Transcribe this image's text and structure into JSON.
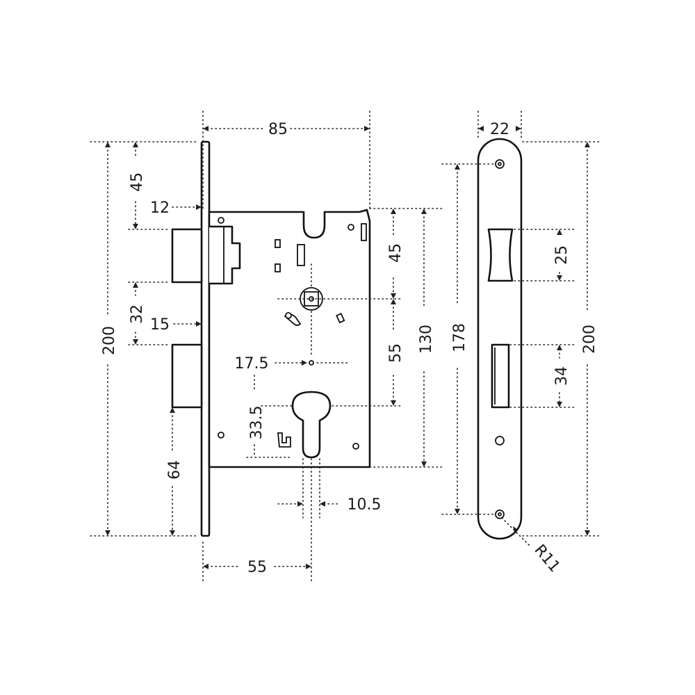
{
  "lock_body": {
    "dimensions": {
      "backset_width": "85",
      "top_to_latch": "45",
      "faceplate_to_body": "12",
      "latch_to_deadbolt": "32",
      "deadbolt_projection": "15",
      "total_height": "200",
      "deadbolt_to_bottom": "64",
      "backset": "55",
      "follower_to_cylinder_center": "17.5",
      "cylinder_height": "33.5",
      "cylinder_width": "10.5",
      "follower_to_cylinder": "55",
      "body_height": "130"
    }
  },
  "faceplate": {
    "dimensions": {
      "width": "22",
      "latch_opening": "25",
      "bolt_opening": "34",
      "screw_spacing": "178",
      "total_height": "200",
      "corner_radius": "R11"
    }
  }
}
